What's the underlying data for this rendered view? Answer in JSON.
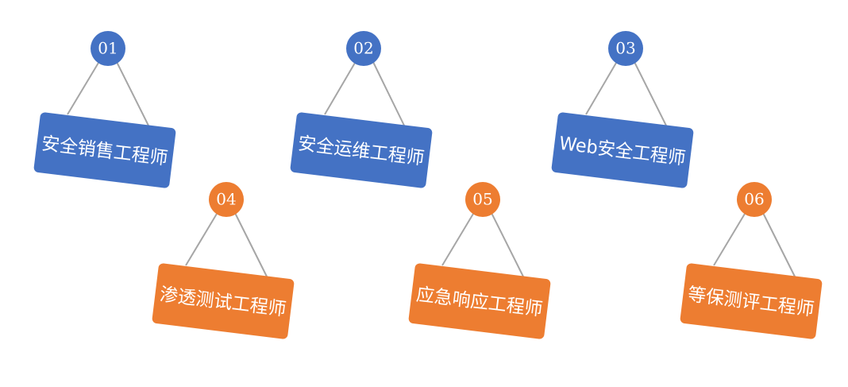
{
  "colors": {
    "blue": "#4472c4",
    "orange": "#ed7d31",
    "string": "#a6a6a6",
    "text": "#ffffff"
  },
  "tags": [
    {
      "number": "01",
      "label": "安全销售工程师",
      "color": "blue"
    },
    {
      "number": "02",
      "label": "安全运维工程师",
      "color": "blue"
    },
    {
      "number": "03",
      "label": "Web安全工程师",
      "color": "blue"
    },
    {
      "number": "04",
      "label": "渗透测试工程师",
      "color": "orange"
    },
    {
      "number": "05",
      "label": "应急响应工程师",
      "color": "orange"
    },
    {
      "number": "06",
      "label": "等保测评工程师",
      "color": "orange"
    }
  ]
}
